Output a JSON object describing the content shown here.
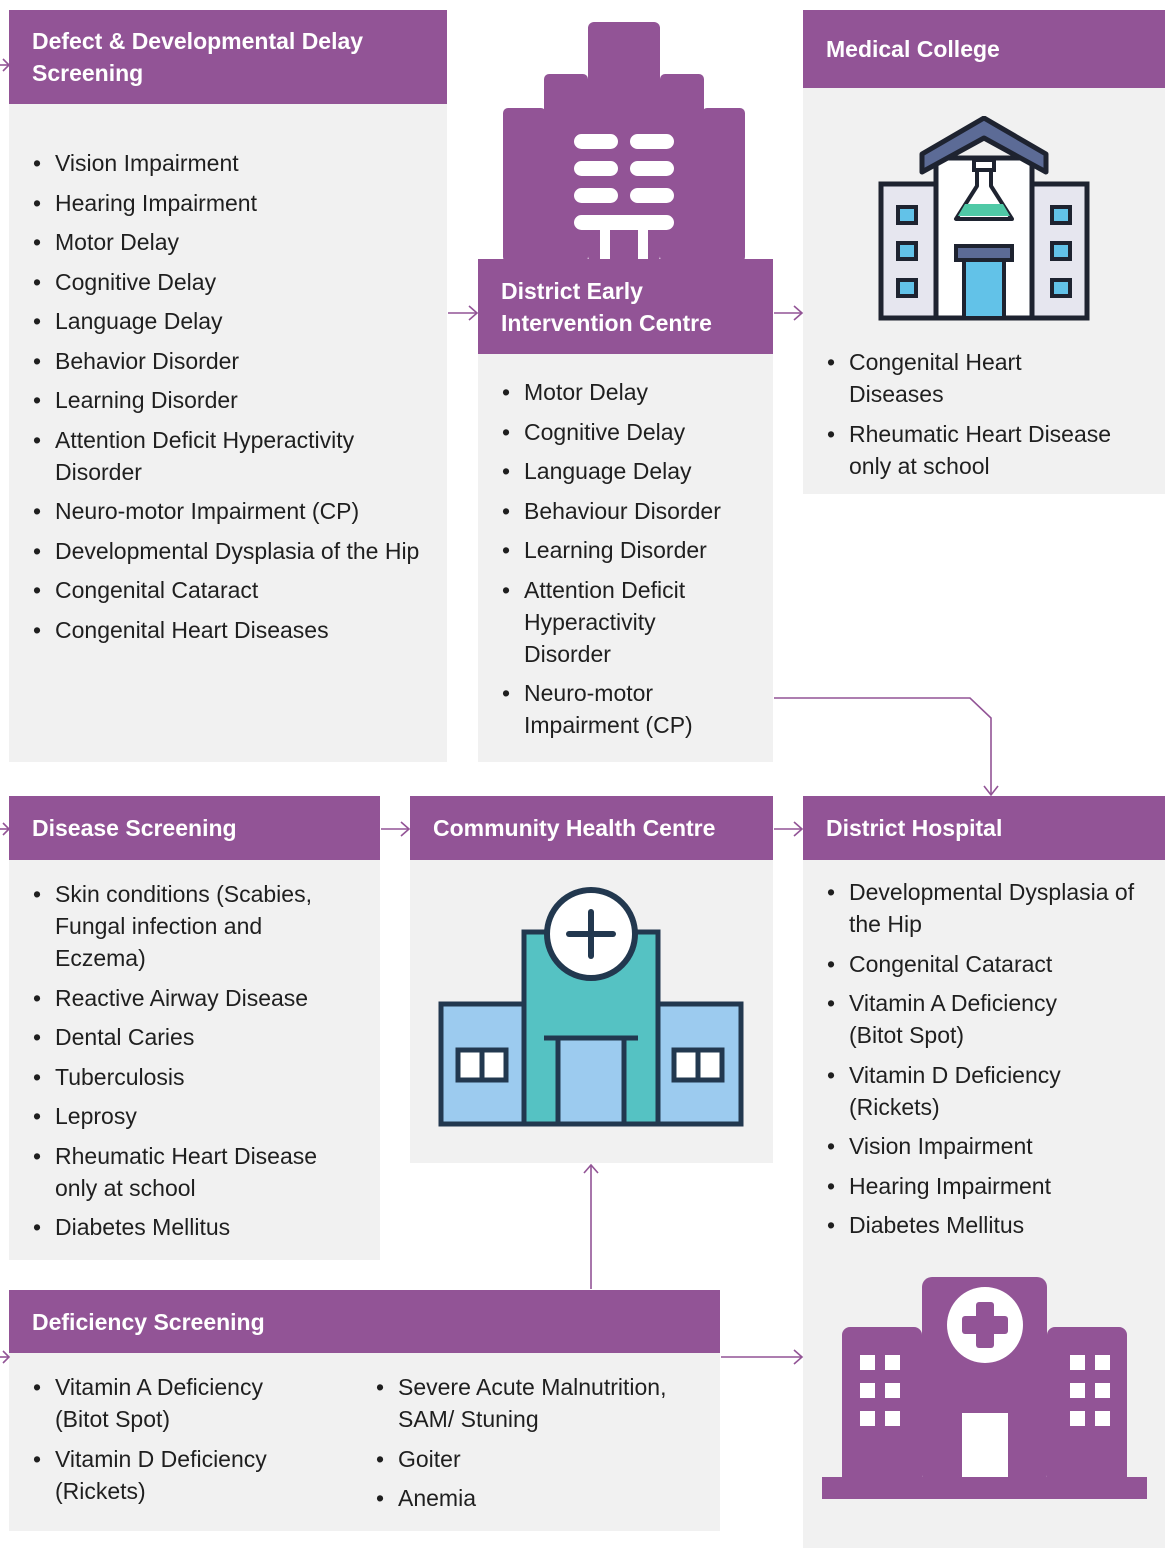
{
  "colors": {
    "accent": "#925496",
    "panel": "#f1f1f1"
  },
  "defect_screening": {
    "title": "Defect & Developmental Delay Screening",
    "items": [
      "Vision Impairment",
      "Hearing Impairment",
      "Motor Delay",
      "Cognitive Delay",
      "Language Delay",
      "Behavior Disorder",
      "Learning Disorder",
      "Attention Deficit Hyperactivity Disorder",
      "Neuro-motor Impairment (CP)",
      "Developmental Dysplasia of the Hip",
      "Congenital Cataract",
      "Congenital Heart Diseases"
    ]
  },
  "deic": {
    "title": "District Early Intervention Centre",
    "items": [
      "Motor Delay",
      "Cognitive Delay",
      "Language Delay",
      "Behaviour Disorder",
      "Learning Disorder",
      "Attention Deficit Hyperactivity Disorder",
      "Neuro-motor Impairment (CP)"
    ],
    "icon": "office-building-icon"
  },
  "medical_college": {
    "title": "Medical College",
    "items": [
      "Congenital Heart Diseases",
      "Rheumatic Heart Disease only at school"
    ],
    "icon": "laboratory-building-icon"
  },
  "disease_screening": {
    "title": "Disease Screening",
    "items": [
      "Skin conditions (Scabies, Fungal infection and Eczema)",
      "Reactive Airway Disease",
      "Dental Caries",
      "Tuberculosis",
      "Leprosy",
      "Rheumatic Heart Disease only at school",
      "Diabetes Mellitus"
    ]
  },
  "community_health_centre": {
    "title": "Community Health Centre",
    "icon": "health-centre-building-icon"
  },
  "district_hospital": {
    "title": "District Hospital",
    "items": [
      "Developmental Dysplasia of the Hip",
      "Congenital Cataract",
      "Vitamin A Deficiency (Bitot Spot)",
      "Vitamin D Deficiency (Rickets)",
      "Vision Impairment",
      "Hearing Impairment",
      "Diabetes Mellitus"
    ],
    "icon": "hospital-building-icon"
  },
  "deficiency_screening": {
    "title": "Deficiency Screening",
    "items_left": [
      "Vitamin A Deficiency (Bitot Spot)",
      "Vitamin D Deficiency (Rickets)"
    ],
    "items_right": [
      "Severe Acute Malnutrition, SAM/ Stuning",
      "Goiter",
      "Anemia"
    ]
  }
}
